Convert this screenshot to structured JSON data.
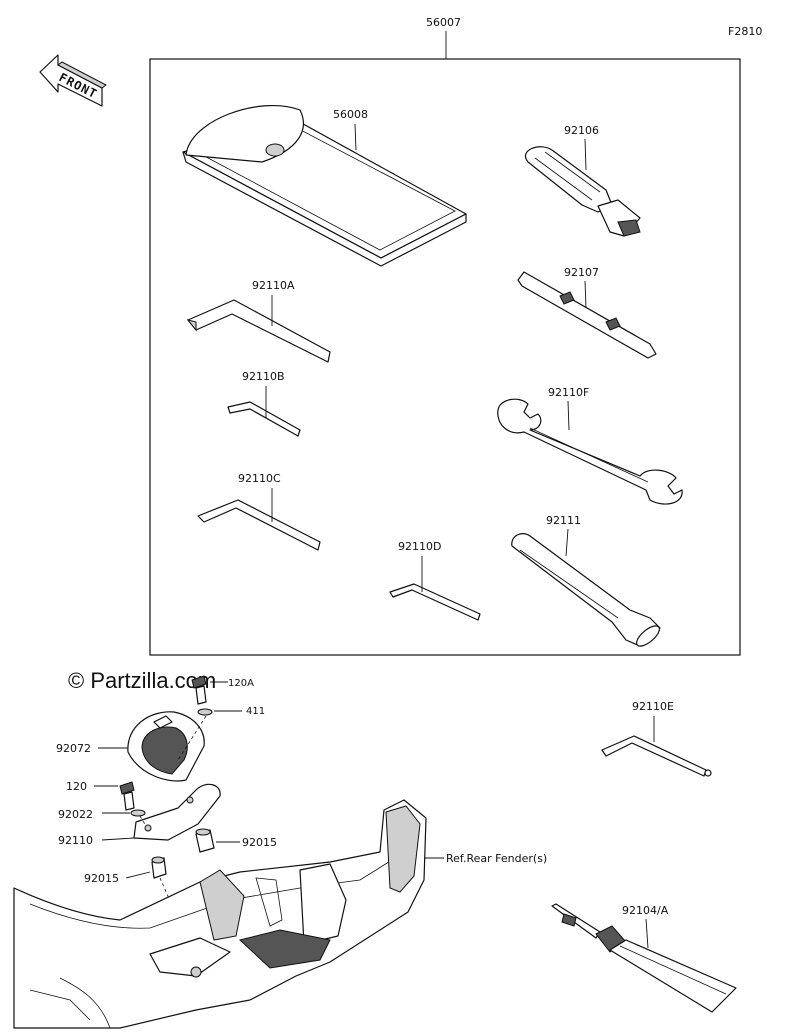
{
  "diagram": {
    "figure_code": "F2810",
    "watermark": "© Partzilla.com",
    "front_label": "FRONT",
    "callouts": {
      "kit": "56007",
      "pouch": "56008",
      "screwdriver_handle": "92106",
      "screwdriver_bit": "92107",
      "hex_a": "92110A",
      "hex_b": "92110B",
      "hex_c": "92110C",
      "hex_d": "92110D",
      "spanner": "92110F",
      "spark_tool": "92111",
      "hex_e": "92110E",
      "grease": "92104/A",
      "bolt_top": "120A",
      "washer_top": "411",
      "cover": "92072",
      "bolt_120": "120",
      "washer_92022": "92022",
      "bracket": "92110",
      "collar_right": "92015",
      "collar_left": "92015",
      "ref_fender": "Ref.Rear Fender(s)"
    }
  }
}
